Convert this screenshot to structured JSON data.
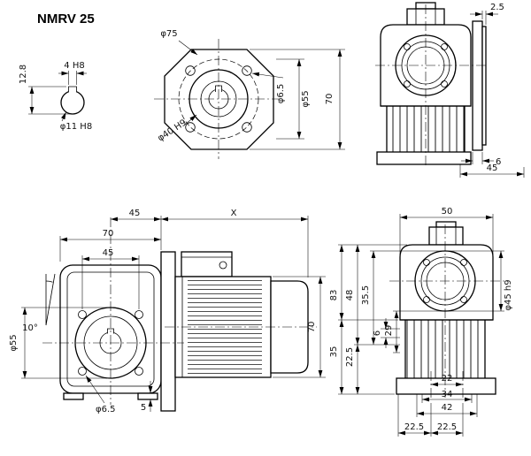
{
  "title": "NMRV 25",
  "views": {
    "shaft_detail": {
      "depth": "12.8",
      "key_width": "4 H8",
      "bore": "φ11 H8"
    },
    "flange": {
      "outer_dia": "φ75",
      "bolt_hole": "φ6.5",
      "bolt_circle": "φ55",
      "pilot": "φ40 H9",
      "height": "70"
    },
    "rear": {
      "gap": "2.5",
      "flange_thickness": "6",
      "flange_width": "45"
    },
    "side": {
      "axis_to_flange": "45",
      "motor_length": "X",
      "housing_width": "70",
      "bolt_spacing": "45",
      "motor_height": "70",
      "hub_dia": "φ55",
      "draft_angle": "10°",
      "mount_hole": "φ6.5",
      "foot_height": "5"
    },
    "front": {
      "top_width": "50",
      "total_height": "83",
      "h48": "48",
      "h35_5": "35.5",
      "h35": "35",
      "h22_5": "22.5",
      "h6": "6",
      "h29": "29",
      "hub_dia": "φ45 h9",
      "w22": "22",
      "w34": "34",
      "w42": "42",
      "w22_5_left": "22.5",
      "w22_5_right": "22.5"
    }
  }
}
